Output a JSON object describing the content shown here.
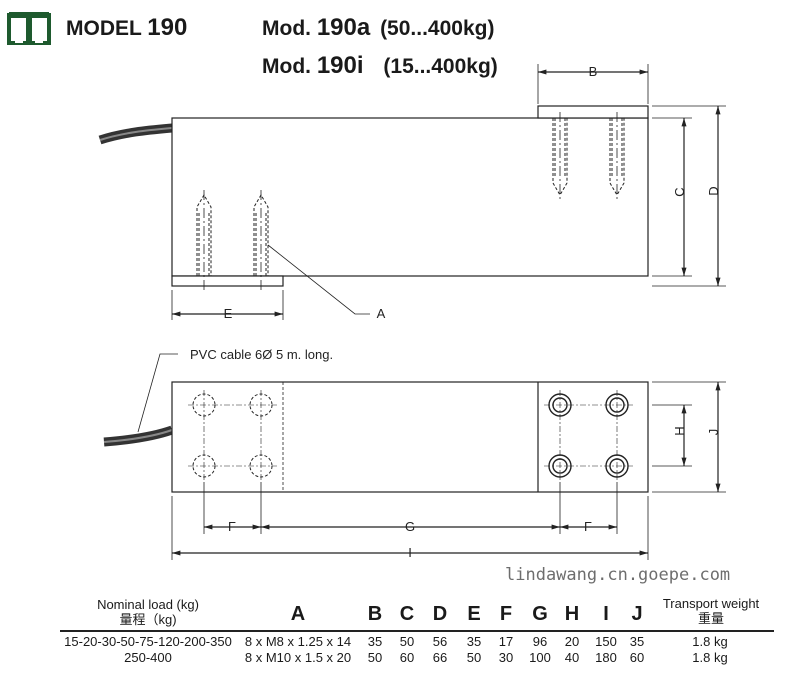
{
  "header": {
    "model_prefix": "MODEL",
    "model_number": "190",
    "variants": [
      {
        "prefix": "Mod.",
        "number": "190a",
        "range": "(50...400kg)"
      },
      {
        "prefix": "Mod.",
        "number": "190i",
        "range": "(15...400kg)"
      }
    ],
    "logo_color": "#1e5a2e"
  },
  "drawing": {
    "dim_labels": {
      "A": "A",
      "B": "B",
      "C": "C",
      "D": "D",
      "E": "E",
      "F": "F",
      "G": "G",
      "H": "H",
      "I": "I",
      "J": "J"
    },
    "cable_label": "PVC cable 6Ø 5 m. long."
  },
  "table": {
    "nominal_header": "Nominal load (kg)",
    "nominal_header_cn": "量程（kg)",
    "columns": [
      "A",
      "B",
      "C",
      "D",
      "E",
      "F",
      "G",
      "H",
      "I",
      "J"
    ],
    "weight_header": "Transport weight",
    "weight_header_cn": "重量",
    "rows": [
      {
        "load": "15-20-30-50-75-120-200-350",
        "A": "8 x M8 x 1.25 x 14",
        "B": "35",
        "C": "50",
        "D": "56",
        "E": "35",
        "F": "17",
        "G": "96",
        "H": "20",
        "I": "150",
        "J": "35",
        "weight": "1.8 kg"
      },
      {
        "load": "250-400",
        "A": "8 x M10 x 1.5 x 20",
        "B": "50",
        "C": "60",
        "D": "66",
        "E": "50",
        "F": "30",
        "G": "100",
        "H": "40",
        "I": "180",
        "J": "60",
        "weight": "1.8 kg"
      }
    ]
  },
  "watermark": "lindawang.cn.goepe.com"
}
